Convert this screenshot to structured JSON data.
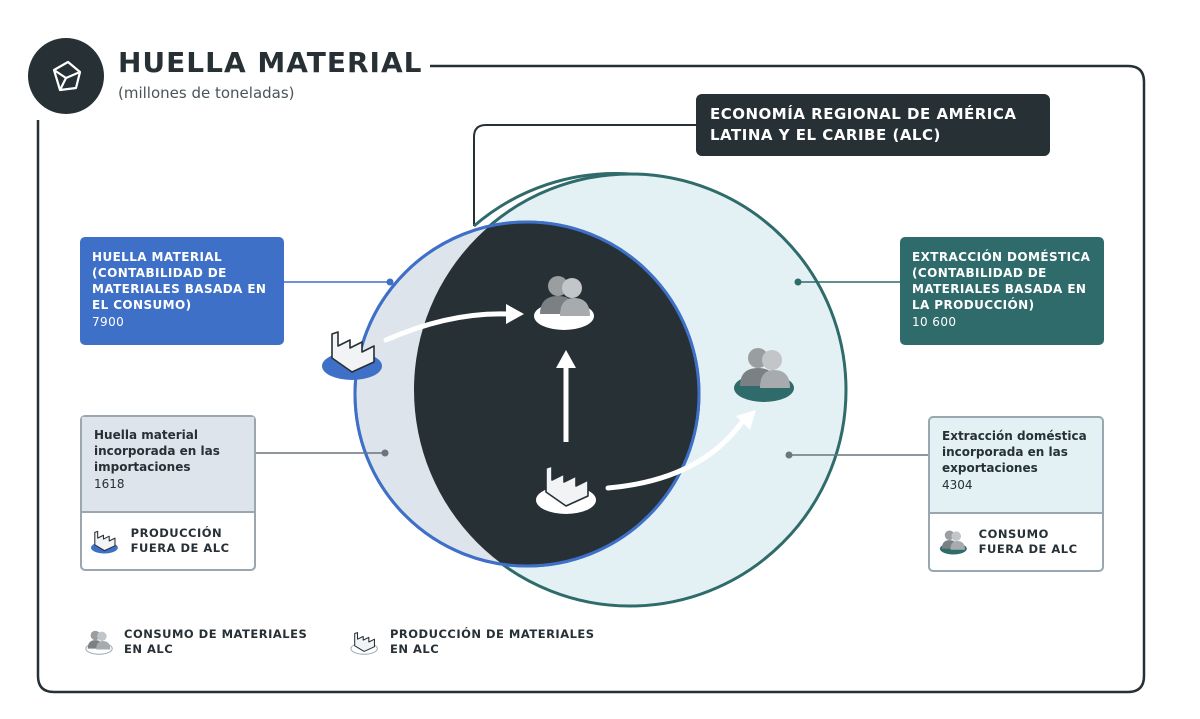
{
  "title": "HUELLA MATERIAL",
  "subtitle": "(millones de toneladas)",
  "region_label": "ECONOMÍA REGIONAL DE AMÉRICA LATINA Y EL CARIBE (ALC)",
  "material_footprint": {
    "heading": "HUELLA MATERIAL (CONTABILIDAD DE MATERIALES BASADA EN EL CONSUMO)",
    "value": "7900"
  },
  "domestic_extraction": {
    "heading": "EXTRACCIÓN DOMÉSTICA (CONTABILIDAD DE MATERIALES BASADA EN LA PRODUCCIÓN)",
    "value": "10 600"
  },
  "imports_box": {
    "heading": "Huella material incorporada en las importaciones",
    "value": "1618",
    "legend": "PRODUCCIÓN FUERA DE ALC"
  },
  "exports_box": {
    "heading": "Extracción doméstica incorporada en las exportaciones",
    "value": "4304",
    "legend": "CONSUMO FUERA DE ALC"
  },
  "legend": {
    "consumption": "CONSUMO DE MATERIALES EN ALC",
    "production": "PRODUCCIÓN DE MATERIALES EN ALC"
  },
  "colors": {
    "dark": "#263035",
    "blue": "#3f70c8",
    "teal": "#2f6b6a",
    "light_blue_fill": "#dde4ec",
    "light_teal_fill": "#e3f1f4"
  },
  "icons": [
    "cube-icon",
    "factory-icon",
    "people-icon",
    "arrow-icon"
  ]
}
